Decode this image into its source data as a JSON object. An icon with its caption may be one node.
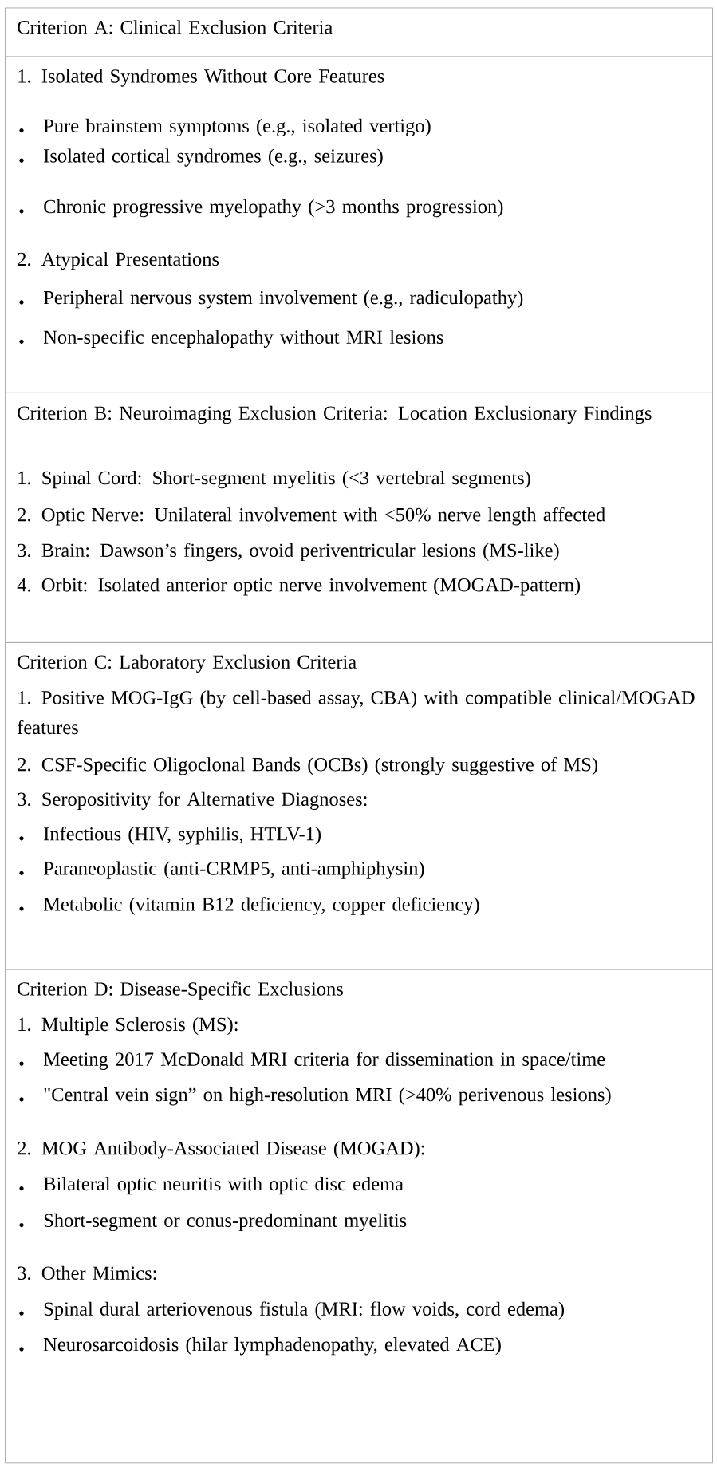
{
  "diagram": {
    "nodes": [
      {
        "text": [
          "Criterion A: Clinical Exclusion Criteria"
        ]
      },
      {
        "text": [
          "1. Isolated Syndromes Without Core Features",
          "Pure brainstem symptoms (e.g., isolated vertigo)",
          "Isolated cortical syndromes (e.g., seizures)",
          "Chronic progressive myelopathy (>3 months progression)",
          "2. Atypical Presentations",
          "Peripheral nervous system involvement (e.g., radiculopathy)",
          "Non-specific encephalopathy without MRI lesions"
        ]
      },
      {
        "text": [
          "Criterion B: Neuroimaging Exclusion Criteria: Location Exclusionary Findings",
          "1. Spinal Cord: Short-segment myelitis (<3 vertebral segments)",
          "2. Optic Nerve: Unilateral involvement with <50% nerve length affected",
          "3. Brain: Dawson’s fingers, ovoid periventricular lesions (MS-like)",
          "4. Orbit: Isolated anterior optic nerve involvement (MOGAD-pattern)"
        ]
      },
      {
        "text": [
          "Criterion C: Laboratory Exclusion Criteria",
          "1. Positive MOG-IgG (by cell-based assay, CBA) with compatible clinical/MOGAD features",
          "2. CSF-Specific Oligoclonal Bands (OCBs) (strongly suggestive of MS)",
          "3. Seropositivity for Alternative Diagnoses:",
          "Infectious (HIV, syphilis, HTLV-1)",
          "Paraneoplastic (anti-CRMP5, anti-amphiphysin)",
          "Metabolic (vitamin B12 deficiency, copper deficiency)"
        ]
      },
      {
        "text": [
          "Criterion D: Disease-Specific Exclusions",
          "1. Multiple Sclerosis (MS):",
          "Meeting 2017 McDonald MRI criteria for dissemination in space/time",
          "\"Central vein sign” on high-resolution MRI (>40% perivenous lesions)",
          "2. MOG Antibody-Associated Disease (MOGAD):",
          "Bilateral optic neuritis with optic disc edema",
          "Short-segment or conus-predominant myelitis",
          "3. Other Mimics:",
          "Spinal dural arteriovenous fistula (MRI: flow voids, cord edema)",
          "Neurosarcoidosis (hilar lymphadenopathy, elevated ACE)"
        ]
      }
    ]
  }
}
